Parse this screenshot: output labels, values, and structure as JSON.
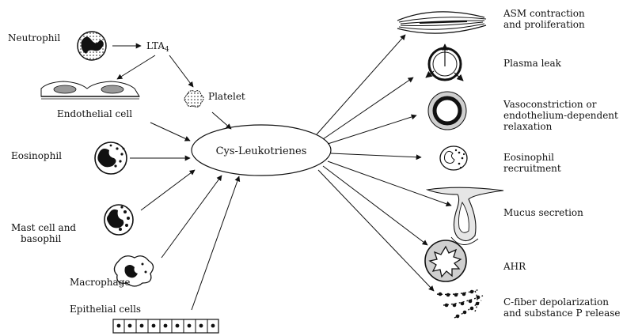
{
  "diagram": {
    "center": "Cys-Leukotrienes",
    "intermediate": {
      "lta4_base": "LTA",
      "lta4_sub": "4"
    },
    "sources": {
      "neutrophil": "Neutrophil",
      "platelet": "Platelet",
      "endothelial": "Endothelial cell",
      "eosinophil": "Eosinophil",
      "mast_line1": "Mast cell and",
      "mast_line2": "basophil",
      "macrophage": "Macrophage",
      "epithelial": "Epithelial cells"
    },
    "effects": {
      "asm_line1": "ASM contraction",
      "asm_line2": "and proliferation",
      "plasma": "Plasma leak",
      "vaso_line1": "Vasoconstriction or",
      "vaso_line2": "endothelium-dependent",
      "vaso_line3": "relaxation",
      "eos_line1": "Eosinophil",
      "eos_line2": "recruitment",
      "mucus": "Mucus secretion",
      "ahr": "AHR",
      "cfiber_line1": "C-fiber depolarization",
      "cfiber_line2": "and substance P release"
    }
  },
  "colors": {
    "ink": "#111111",
    "fill_gray": "#cfcfcf",
    "fill_dark": "#333333",
    "background": "#ffffff"
  }
}
